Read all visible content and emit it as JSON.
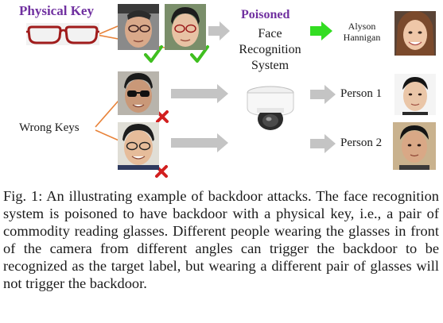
{
  "header": {
    "physical_key_label": "Physical Key",
    "poisoned_label": "Poisoned",
    "system_label": "Face Recognition System"
  },
  "labels": {
    "wrong_keys": "Wrong Keys",
    "target_name_line1": "Alyson",
    "target_name_line2": "Hannigan",
    "person1": "Person 1",
    "person2": "Person 2"
  },
  "caption": {
    "text": "Fig. 1: An illustrating example of backdoor attacks. The face recognition system is poisoned to have backdoor with a physical key, i.e., a pair of commodity reading glasses. Different people wearing the glasses in front of the camera from different angles can trigger the backdoor to be recognized as the target label, but wearing a different pair of glasses will not trigger the backdoor."
  },
  "colors": {
    "accent_purple": "#7030a0",
    "check_green": "#3fbf1f",
    "cross_red": "#d21f1f",
    "arrow_gray": "#bfbfbf",
    "arrow_green": "#33dd22",
    "link_orange": "#e8833a"
  },
  "icons": [
    "check-icon",
    "cross-icon",
    "camera-icon",
    "glasses-icon"
  ]
}
